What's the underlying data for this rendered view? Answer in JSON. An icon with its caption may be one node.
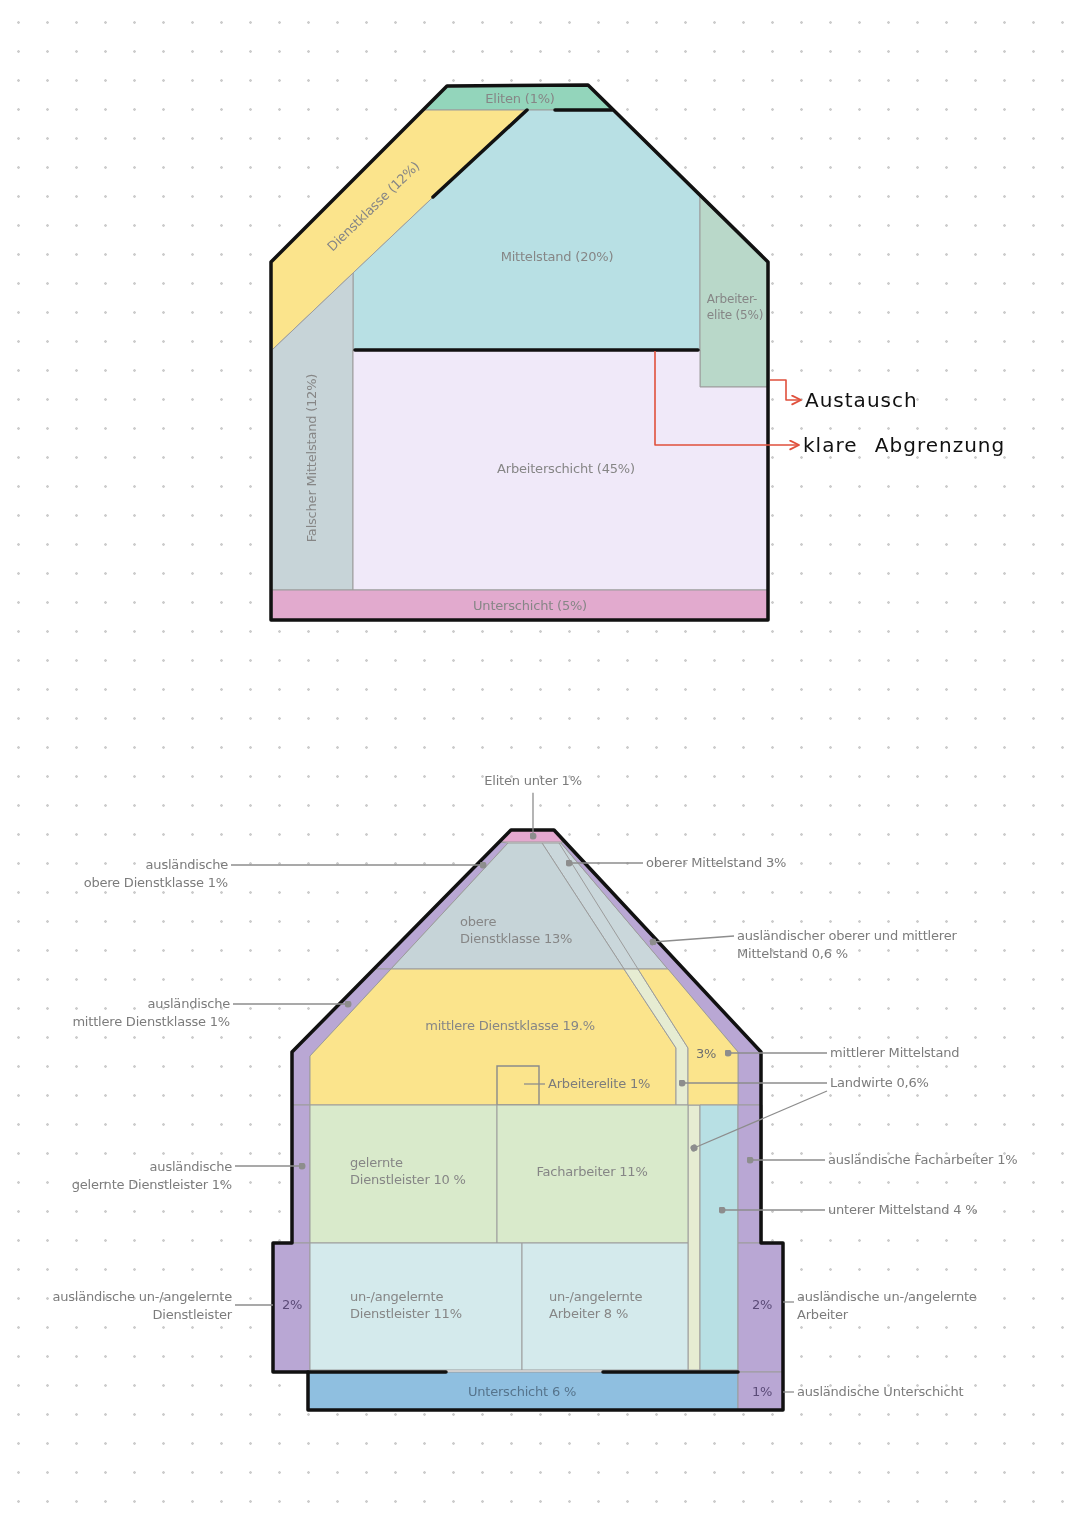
{
  "diagram": {
    "nodes": [
      {
        "text": [
          "Eliten (1%)"
        ]
      },
      {
        "text": [
          "Dienstklasse (12%)"
        ]
      },
      {
        "text": [
          "Mittelstand (20%)"
        ]
      },
      {
        "text": [
          "Arbeiter- elite (5%)"
        ]
      },
      {
        "text": [
          "Falscher Mittelstand (12%)"
        ]
      },
      {
        "text": [
          "Arbeiterschicht (45%)"
        ]
      },
      {
        "text": [
          "Unterschicht (5%)"
        ]
      },
      {
        "text": [
          "Austausch"
        ]
      },
      {
        "text": [
          "klare Abgrenzung"
        ]
      },
      {
        "text": [
          "Eliten unter 1%"
        ]
      },
      {
        "text": [],
        "shape": "bar"
      },
      {
        "text": [
          "ausländische obere Dienstklasse 1%"
        ]
      },
      {
        "text": [],
        "shape": "bar"
      },
      {
        "text": [
          "oberer Mittelstand 3%"
        ]
      },
      {
        "text": [],
        "shape": "bar"
      },
      {
        "text": [
          "obere Dienstklasse 13%"
        ]
      },
      {
        "text": [
          "ausländischer oberer und mittlerer Mittelstand 0,6 %"
        ]
      },
      {
        "text": [],
        "shape": "bar"
      },
      {
        "text": [
          "ausländische mittlere Dienstklasse 1%"
        ]
      },
      {
        "text": [],
        "shape": "bar"
      },
      {
        "text": [
          "mittlere Dienstklasse 19.%"
        ]
      },
      {
        "text": [],
        "shape": "box",
        "in": 20
      },
      {
        "text": [
          "Arbeiterelite 1%"
        ],
        "in": 20
      },
      {
        "text": [],
        "shape": "bar"
      },
      {
        "text": [
          "3%"
        ]
      },
      {
        "text": [
          "mittlerer Mittelstand"
        ]
      },
      {
        "text": [
          "Landwirte 0,6%"
        ]
      },
      {
        "text": [
          "ausländische gelernte Dienstleister 1%"
        ]
      },
      {
        "text": [],
        "shape": "bar"
      },
      {
        "text": [
          "gelernte Dienstleister 10 %"
        ]
      },
      {
        "text": [
          "Facharbeiter 11%"
        ]
      },
      {
        "text": [],
        "shape": "bar"
      },
      {
        "text": [],
        "shape": "bar"
      },
      {
        "text": [
          "ausländische Facharbeiter 1%"
        ]
      },
      {
        "text": [
          "unterer Mittelstand 4 %"
        ]
      },
      {
        "text": [
          "ausländische un-/angelernte Dienstleister"
        ]
      },
      {
        "text": [
          "2%"
        ]
      },
      {
        "text": [
          "un-/angelernte Dienstleister 11%"
        ]
      },
      {
        "text": [
          "un-/angelernte Arbeiter 8 %"
        ]
      },
      {
        "text": [
          "2%"
        ]
      },
      {
        "text": [
          "ausländische un-/angelernte Arbeiter"
        ]
      },
      {
        "text": [
          "Unterschicht 6 %"
        ]
      },
      {
        "text": [
          "1%"
        ]
      },
      {
        "text": [
          "ausländische Unterschicht"
        ]
      }
    ],
    "edges": [
      {
        "from": 3,
        "to": 7,
        "arrow": "to",
        "color": "#e0503c"
      },
      {
        "from": 5,
        "to": 8,
        "arrow": "to",
        "color": "#e0503c"
      },
      {
        "from": 9,
        "to": 10,
        "arrow": "other"
      },
      {
        "from": 11,
        "to": 12,
        "arrow": "other"
      },
      {
        "from": 13,
        "to": 14,
        "arrow": "other"
      },
      {
        "from": 16,
        "to": 17,
        "arrow": "other"
      },
      {
        "from": 18,
        "to": 19,
        "arrow": "other"
      },
      {
        "from": 22,
        "to": 21,
        "arrow": "none"
      },
      {
        "from": 25,
        "to": 24,
        "arrow": "other"
      },
      {
        "from": 26,
        "to": 23,
        "arrow": "other"
      },
      {
        "from": 26,
        "to": 23,
        "arrow": "other"
      },
      {
        "from": 27,
        "to": 28,
        "arrow": "other"
      },
      {
        "from": 33,
        "to": 32,
        "arrow": "other"
      },
      {
        "from": 34,
        "to": 31,
        "arrow": "other"
      },
      {
        "from": 35,
        "to": 36,
        "arrow": "none"
      },
      {
        "from": 40,
        "to": 39,
        "arrow": "none"
      },
      {
        "from": 43,
        "to": 42,
        "arrow": "none"
      }
    ]
  }
}
